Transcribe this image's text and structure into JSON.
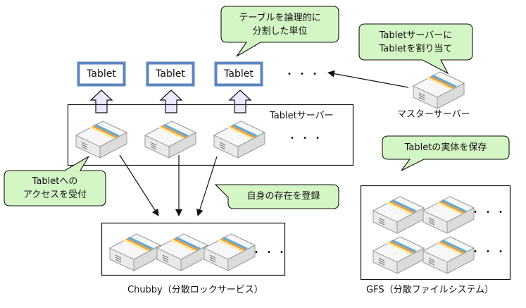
{
  "tablets": [
    "Tablet",
    "Tablet",
    "Tablet"
  ],
  "tablets_more": "・・・",
  "tablet_server_label": "Tabletサーバー",
  "tablet_server_more": "・・・",
  "master_label": "マスターサーバー",
  "chubby_label": "Chubby（分散ロックサービス）",
  "chubby_more": "・・・",
  "gfs_label": "GFS（分散ファイルシステム）",
  "gfs_more": [
    "・・・",
    "・・・"
  ],
  "bubbles": {
    "partition": [
      "テーブルを論理的に",
      "分割した単位"
    ],
    "assign": [
      "Tabletサーバーに",
      "Tabletを割り当て"
    ],
    "store": [
      "Tabletの実体を保存"
    ],
    "access": [
      "Tabletへの",
      "アクセスを受付"
    ],
    "register": [
      "自身の存在を登録"
    ]
  },
  "colors": {
    "bubble_fill": "#d4f5c4",
    "tablet_border": "#5b86c0",
    "up_arrow_fill": "#ebe8ff",
    "stripe_blue": "#5aa8d8",
    "stripe_orange": "#f09a3a"
  }
}
